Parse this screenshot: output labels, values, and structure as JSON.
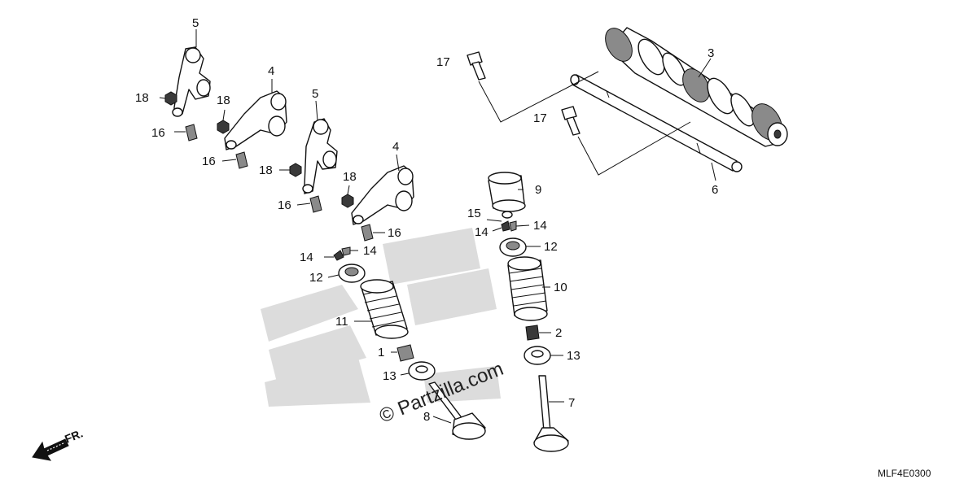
{
  "diagram_code": "MLF4E0300",
  "watermark": "© Partzilla.com",
  "front_label": "FR.",
  "callouts": {
    "c1": "1",
    "c2": "2",
    "c3": "3",
    "c4a": "4",
    "c4b": "4",
    "c5a": "5",
    "c5b": "5",
    "c6": "6",
    "c7": "7",
    "c8": "8",
    "c9": "9",
    "c10": "10",
    "c11": "11",
    "c12a": "12",
    "c12b": "12",
    "c13a": "13",
    "c13b": "13",
    "c14a": "14",
    "c14b": "14",
    "c14c": "14",
    "c14d": "14",
    "c15": "15",
    "c16a": "16",
    "c16b": "16",
    "c16c": "16",
    "c16d": "16",
    "c17a": "17",
    "c17b": "17",
    "c18a": "18",
    "c18b": "18",
    "c18c": "18",
    "c18d": "18"
  },
  "parts": [
    {
      "ref": "1",
      "icon": "valve-stem-seal-icon"
    },
    {
      "ref": "2",
      "icon": "valve-stem-seal-icon"
    },
    {
      "ref": "3",
      "icon": "camshaft-icon"
    },
    {
      "ref": "4",
      "icon": "rocker-arm-icon"
    },
    {
      "ref": "5",
      "icon": "rocker-arm-icon"
    },
    {
      "ref": "6",
      "icon": "rocker-shaft-icon"
    },
    {
      "ref": "7",
      "icon": "valve-icon"
    },
    {
      "ref": "8",
      "icon": "valve-icon"
    },
    {
      "ref": "9",
      "icon": "valve-lifter-icon"
    },
    {
      "ref": "10",
      "icon": "valve-spring-icon"
    },
    {
      "ref": "11",
      "icon": "valve-spring-icon"
    },
    {
      "ref": "12",
      "icon": "spring-retainer-icon"
    },
    {
      "ref": "13",
      "icon": "spring-seat-icon"
    },
    {
      "ref": "14",
      "icon": "valve-cotter-icon"
    },
    {
      "ref": "15",
      "icon": "shim-icon"
    },
    {
      "ref": "16",
      "icon": "adjusting-screw-icon"
    },
    {
      "ref": "17",
      "icon": "bolt-icon"
    },
    {
      "ref": "18",
      "icon": "lock-nut-icon"
    }
  ]
}
